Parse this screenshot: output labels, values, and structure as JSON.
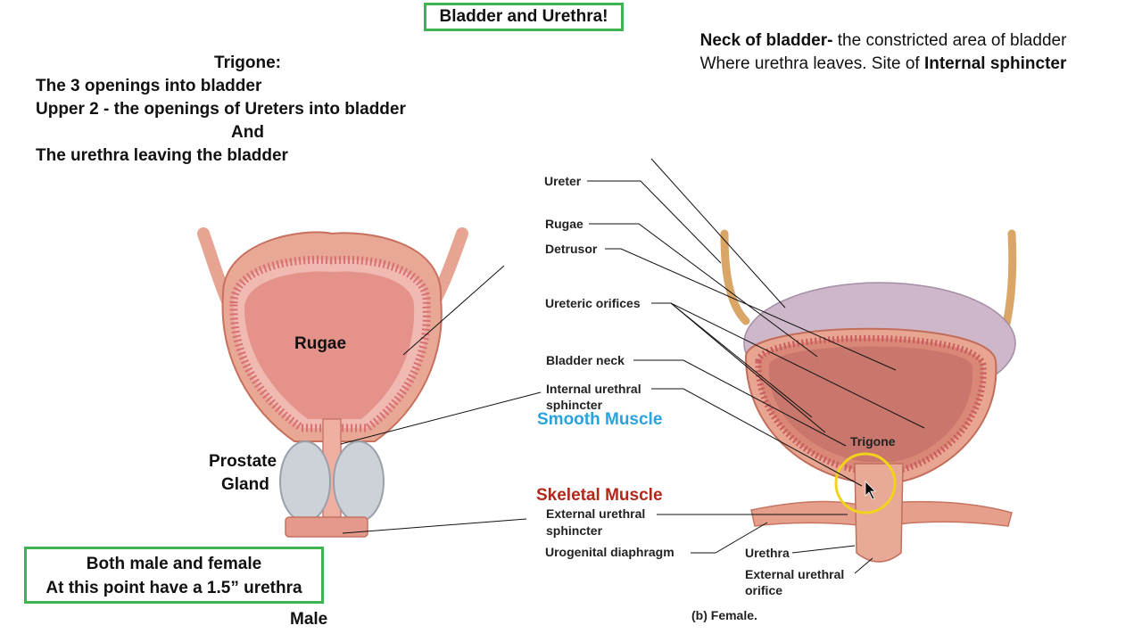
{
  "title": "Bladder and Urethra!",
  "trigone": {
    "heading": "Trigone:",
    "line1": "The 3 openings into bladder",
    "line2": "Upper 2 - the openings of Ureters into bladder",
    "line3": "And",
    "line4": "The urethra leaving the bladder"
  },
  "neck": {
    "bold1": "Neck of bladder-",
    "rest1": " the constricted area of bladder",
    "line2": "Where urethra leaves. Site of ",
    "bold2": "Internal sphincter"
  },
  "info_box": {
    "line1": "Both male and female",
    "line2": "At this point have a 1.5” urethra"
  },
  "male": {
    "rugae": "Rugae",
    "prostate1": "Prostate",
    "prostate2": "Gland",
    "caption": "Male"
  },
  "labels": {
    "ureter": "Ureter",
    "rugae": "Rugae",
    "detrusor": "Detrusor",
    "ureteric_orifices": "Ureteric orifices",
    "bladder_neck": "Bladder neck",
    "internal_sphincter1": "Internal urethral",
    "internal_sphincter2": "sphincter",
    "smooth_muscle": "Smooth Muscle",
    "skeletal_muscle": "Skeletal Muscle",
    "external_sphincter1": "External urethral",
    "external_sphincter2": "sphincter",
    "urogenital": "Urogenital diaphragm",
    "urethra": "Urethra",
    "ext_orifice1": "External urethral",
    "ext_orifice2": "orifice",
    "trigone": "Trigone",
    "female_caption": "(b) Female."
  },
  "colors": {
    "box_border": "#3fb34f",
    "smooth_muscle": "#2aa2dc",
    "skeletal_muscle": "#b3271a",
    "highlight_circle": "#f2d31b"
  }
}
